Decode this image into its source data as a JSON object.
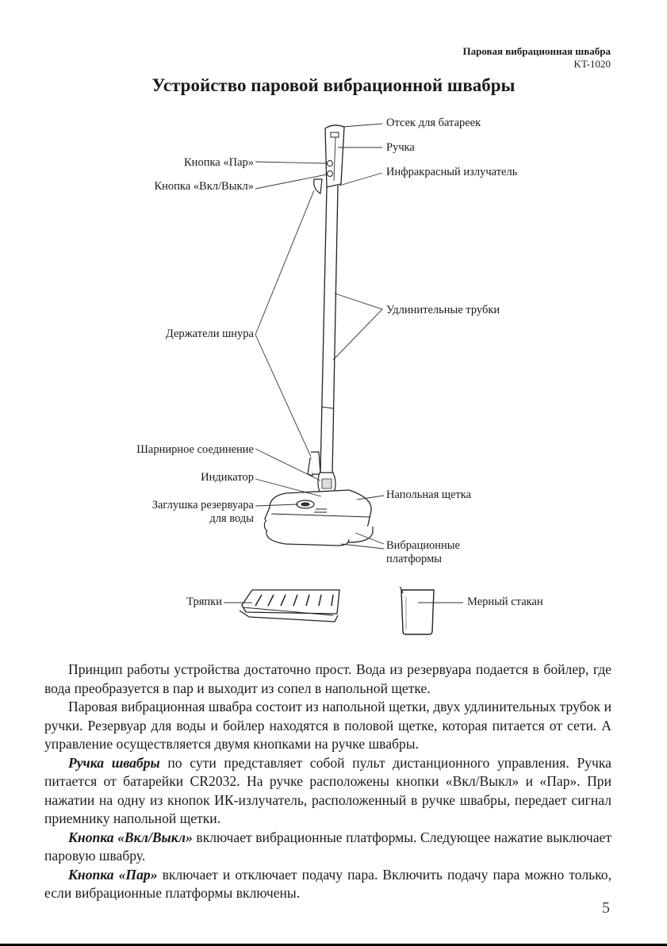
{
  "header": {
    "title": "Паровая вибрационная швабра",
    "model": "KT-1020"
  },
  "main_title": "Устройство паровой вибрационной швабры",
  "diagram_labels": {
    "battery": "Отсек для батареек",
    "handle": "Ручка",
    "ir": "Инфракрасный излучатель",
    "steam_button": "Кнопка «Пар»",
    "power_button": "Кнопка «Вкл/Выкл»",
    "tubes": "Удлинительные трубки",
    "cord_holders": "Держатели шнура",
    "joint": "Шарнирное соединение",
    "indicator": "Индикатор",
    "tank_cap_line1": "Заглушка резервуара",
    "tank_cap_line2": "для воды",
    "brush": "Напольная щетка",
    "platforms_line1": "Вибрационные",
    "platforms_line2": "платформы",
    "cloths": "Тряпки",
    "cup": "Мерный стакан"
  },
  "paragraphs": [
    {
      "lead": "",
      "text": "Принцип работы устройства достаточно прост. Вода из резервуара подается в бойлер, где вода преобразуется в пар и выходит из сопел в напольной щетке."
    },
    {
      "lead": "",
      "text": "Паровая вибрационная швабра состоит из напольной щетки, двух удлинительных трубок и ручки. Резервуар для воды и бойлер находятся в половой щетке, которая питается от сети. А управление осуществляется двумя кнопками на ручке швабры."
    },
    {
      "lead": "Ручка швабры",
      "text": " по сути представляет собой пульт дистанционного управления. Ручка питается от батарейки CR2032. На ручке расположены кнопки «Вкл/Выкл» и «Пар». При нажатии на одну из кнопок ИК-излучатель, расположенный в ручке швабры, передает сигнал приемнику напольной щетки."
    },
    {
      "lead": "Кнопка «Вкл/Выкл»",
      "text": " включает вибрационные платформы. Следующее нажатие выключает паровую швабру."
    },
    {
      "lead": "Кнопка «Пар»",
      "text": " включает и отключает подачу пара. Включить подачу пара можно только, если вибрационные платформы включены."
    }
  ],
  "page_number": "5"
}
